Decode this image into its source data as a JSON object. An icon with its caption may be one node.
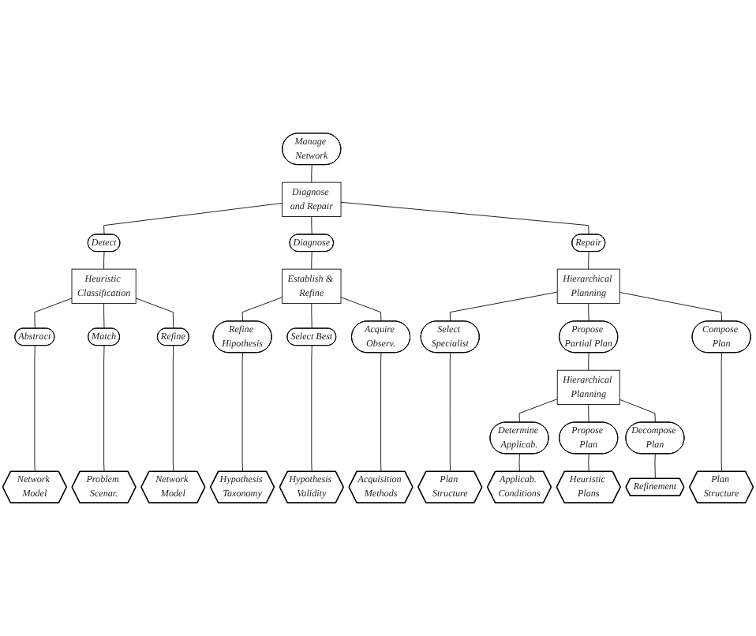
{
  "diagram": {
    "nodes": [
      {
        "text": [
          "Manage Network"
        ]
      },
      {
        "text": [
          "Diagnose and Repair"
        ]
      },
      {
        "text": [
          "Detect"
        ]
      },
      {
        "text": [
          "Diagnose"
        ]
      },
      {
        "text": [
          "Repair"
        ]
      },
      {
        "text": [
          "Heuristic Classification"
        ]
      },
      {
        "text": [
          "Establish & Refine"
        ]
      },
      {
        "text": [
          "Hierarchical Planning"
        ]
      },
      {
        "text": [
          "Abstract"
        ]
      },
      {
        "text": [
          "Match"
        ]
      },
      {
        "text": [
          "Refine"
        ]
      },
      {
        "text": [
          "Refine Hipothesis"
        ]
      },
      {
        "text": [
          "Select Best"
        ]
      },
      {
        "text": [
          "Acquire Observ."
        ]
      },
      {
        "text": [
          "Select Specialist"
        ]
      },
      {
        "text": [
          "Propose Partial Plan"
        ]
      },
      {
        "text": [
          "Compose Plan"
        ]
      },
      {
        "text": [
          "Hierarchical Planning"
        ]
      },
      {
        "text": [
          "Determine Applicab."
        ]
      },
      {
        "text": [
          "Propose Plan"
        ]
      },
      {
        "text": [
          "Decompose Plan"
        ]
      },
      {
        "text": [
          "Network Model"
        ]
      },
      {
        "text": [
          "Problem Scenar."
        ]
      },
      {
        "text": [
          "Network Model"
        ]
      },
      {
        "text": [
          "Hypothesis Taxonomy"
        ]
      },
      {
        "text": [
          "Hypothesis Validity"
        ]
      },
      {
        "text": [
          "Acquisition Methods"
        ]
      },
      {
        "text": [
          "Plan Structure"
        ]
      },
      {
        "text": [
          "Applicab. Conditions"
        ]
      },
      {
        "text": [
          "Heuristic Plans"
        ]
      },
      {
        "text": [
          "Refinement"
        ]
      },
      {
        "text": [
          "Plan Structure"
        ]
      }
    ],
    "edges": [
      {
        "from": 0,
        "to": 1,
        "arrow": "none"
      },
      {
        "from": 1,
        "to": 2,
        "arrow": "none"
      },
      {
        "from": 1,
        "to": 3,
        "arrow": "none"
      },
      {
        "from": 1,
        "to": 4,
        "arrow": "none"
      },
      {
        "from": 2,
        "to": 5,
        "arrow": "none"
      },
      {
        "from": 3,
        "to": 6,
        "arrow": "none"
      },
      {
        "from": 4,
        "to": 7,
        "arrow": "none"
      },
      {
        "from": 5,
        "to": 8,
        "arrow": "none"
      },
      {
        "from": 5,
        "to": 9,
        "arrow": "none"
      },
      {
        "from": 5,
        "to": 10,
        "arrow": "none"
      },
      {
        "from": 6,
        "to": 11,
        "arrow": "none"
      },
      {
        "from": 6,
        "to": 12,
        "arrow": "none"
      },
      {
        "from": 6,
        "to": 13,
        "arrow": "none"
      },
      {
        "from": 7,
        "to": 14,
        "arrow": "none"
      },
      {
        "from": 7,
        "to": 15,
        "arrow": "none"
      },
      {
        "from": 7,
        "to": 16,
        "arrow": "none"
      },
      {
        "from": 15,
        "to": 17,
        "arrow": "none"
      },
      {
        "from": 17,
        "to": 18,
        "arrow": "none"
      },
      {
        "from": 17,
        "to": 19,
        "arrow": "none"
      },
      {
        "from": 17,
        "to": 20,
        "arrow": "none"
      },
      {
        "from": 8,
        "to": 21,
        "arrow": "none"
      },
      {
        "from": 9,
        "to": 22,
        "arrow": "none"
      },
      {
        "from": 10,
        "to": 23,
        "arrow": "none"
      },
      {
        "from": 11,
        "to": 24,
        "arrow": "none"
      },
      {
        "from": 12,
        "to": 25,
        "arrow": "none"
      },
      {
        "from": 13,
        "to": 26,
        "arrow": "none"
      },
      {
        "from": 14,
        "to": 27,
        "arrow": "none"
      },
      {
        "from": 18,
        "to": 28,
        "arrow": "none"
      },
      {
        "from": 19,
        "to": 29,
        "arrow": "none"
      },
      {
        "from": 20,
        "to": 30,
        "arrow": "none"
      },
      {
        "from": 16,
        "to": 31,
        "arrow": "none"
      }
    ]
  }
}
